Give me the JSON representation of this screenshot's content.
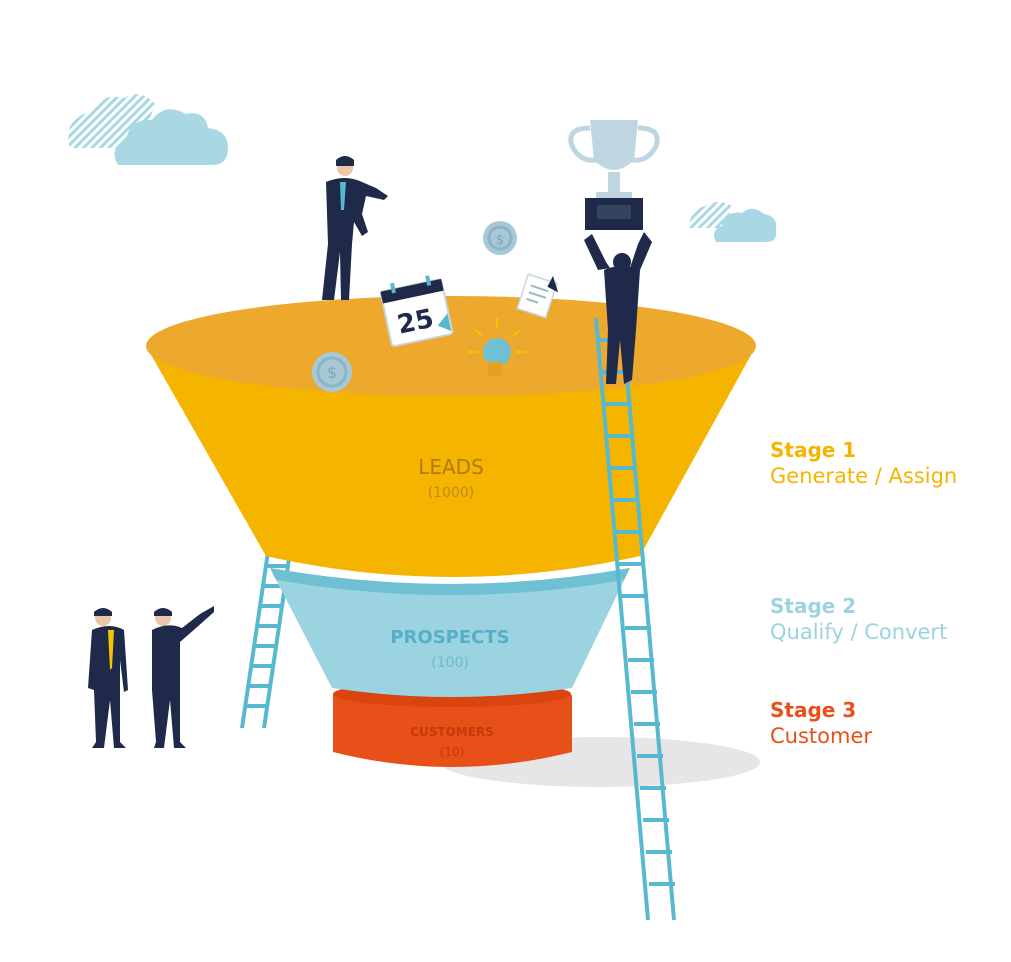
{
  "funnel": {
    "leads": {
      "label": "LEADS",
      "count": "(1000)"
    },
    "prospects": {
      "label": "PROSPECTS",
      "count": "(100)"
    },
    "customers": {
      "label": "CUSTOMERS",
      "count": "(10)"
    }
  },
  "stages": [
    {
      "title": "Stage 1",
      "subtitle": "Generate / Assign",
      "color": "#F5B400"
    },
    {
      "title": "Stage 2",
      "subtitle": "Qualify / Convert",
      "color": "#9BD3E0"
    },
    {
      "title": "Stage 3",
      "subtitle": "Customer",
      "color": "#E8501A"
    }
  ],
  "calendar": {
    "day": "25"
  },
  "colors": {
    "leads": "#F5B400",
    "leads_rim": "#EDA82E",
    "prospects": "#9BD3E0",
    "customers": "#E8501A",
    "suit": "#1F2A4A",
    "ladder": "#56B9CF",
    "cloud": "#A9D8E4"
  },
  "icons": [
    "cloud-icon",
    "trophy-icon",
    "calendar-icon",
    "coin-icon",
    "lightbulb-icon",
    "document-icon",
    "ladder-icon",
    "businessman-icon"
  ]
}
